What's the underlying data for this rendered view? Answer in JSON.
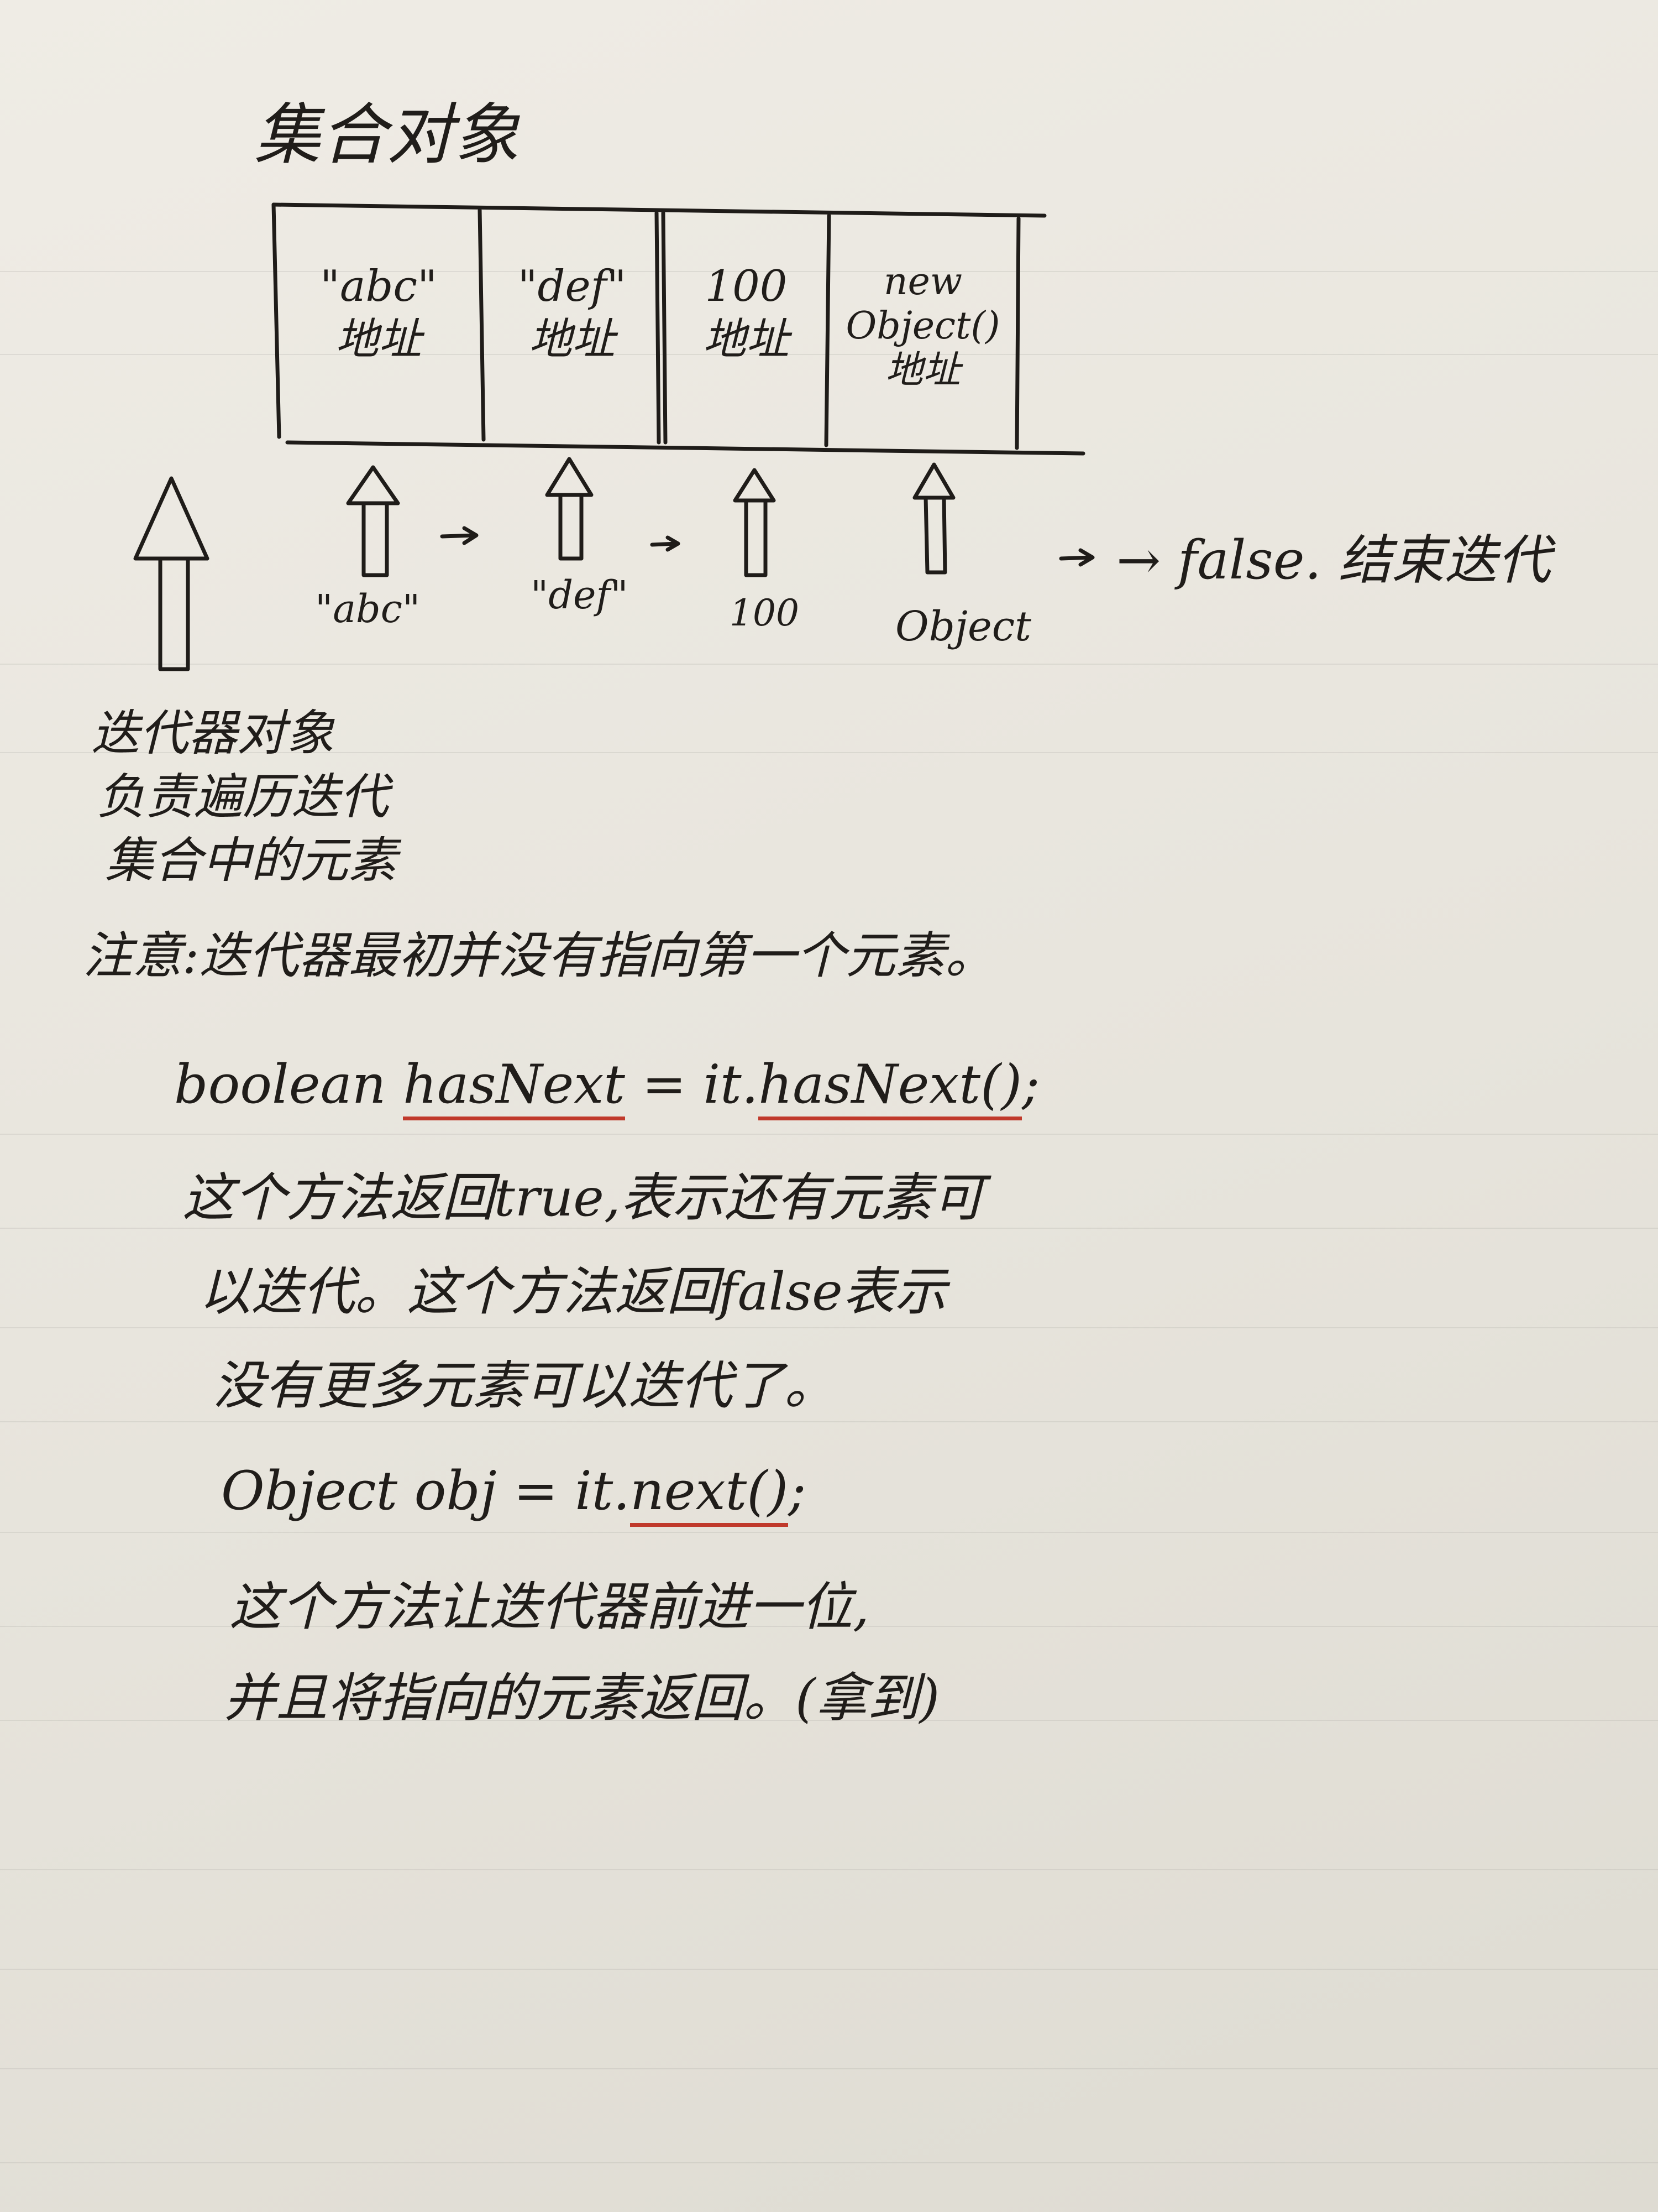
{
  "title": "集合对象",
  "diagram": {
    "cells": [
      {
        "value": "\"abc\"",
        "label": "地址"
      },
      {
        "value": "\"def\"",
        "label": "地址"
      },
      {
        "value": "100",
        "label": "地址"
      },
      {
        "value_line1": "new",
        "value_line2": "Object()",
        "label": "地址"
      }
    ],
    "pointers": [
      "\"abc\"",
      "\"def\"",
      "100",
      "Object"
    ],
    "end_note": "→ false. 结束迭代"
  },
  "iterator_notes": [
    "迭代器对象",
    "负责遍历迭代",
    "集合中的元素",
    "注意:迭代器最初并没有指向第一个元素。"
  ],
  "hasnext": {
    "code": {
      "type": "boolean ",
      "var": "hasNext",
      "eq": " = it.",
      "call": "hasNext()",
      "end": ";"
    },
    "notes": [
      "这个方法返回true,表示还有元素可",
      "以迭代。这个方法返回false表示",
      "没有更多元素可以迭代了。"
    ]
  },
  "next": {
    "code": {
      "prefix": "Object obj = it.",
      "call": "next()",
      "end": ";"
    },
    "notes": [
      "这个方法让迭代器前进一位,",
      "并且将指向的元素返回。(拿到)"
    ]
  }
}
